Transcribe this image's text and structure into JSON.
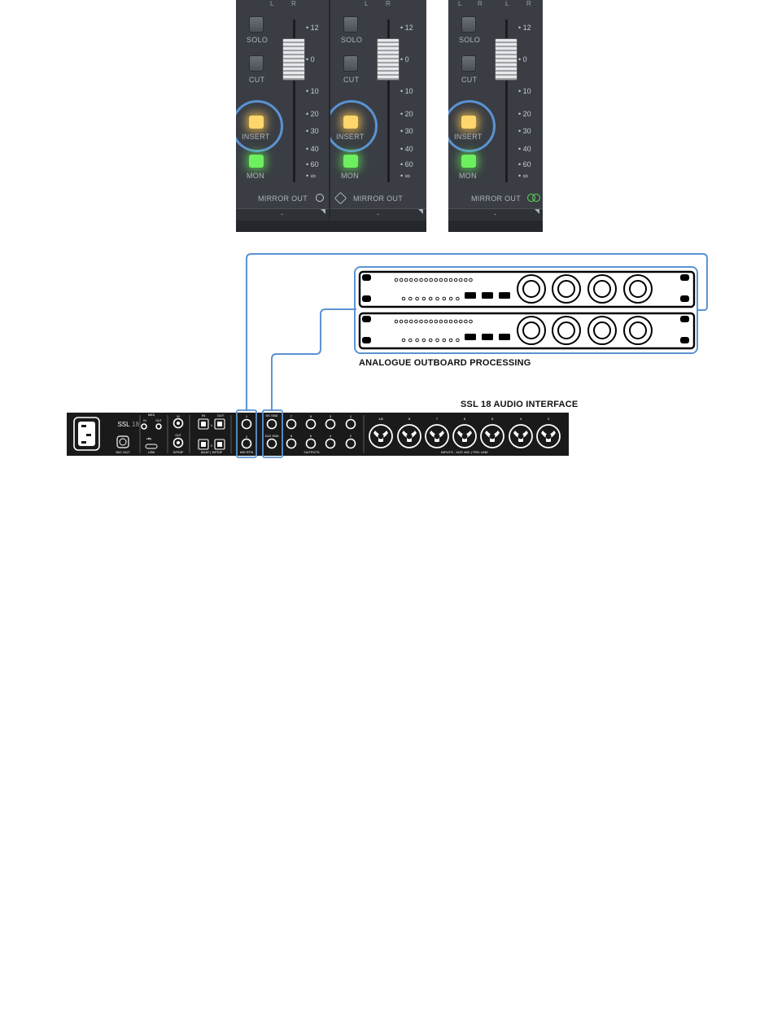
{
  "mixer": {
    "strips": [
      {
        "lr": [
          "L",
          "R"
        ],
        "solo_label": "SOLO",
        "cut_label": "CUT",
        "insert_label": "INSERT",
        "mon_label": "MON",
        "mirror_label": "MIRROR OUT",
        "footer": "-",
        "scale": [
          "• 12",
          "• 0",
          "• 10",
          "• 20",
          "• 30",
          "• 40",
          "• 60",
          "• ∞"
        ]
      },
      {
        "lr": [
          "L",
          "R"
        ],
        "solo_label": "SOLO",
        "cut_label": "CUT",
        "insert_label": "INSERT",
        "mon_label": "MON",
        "mirror_label": "MIRROR OUT",
        "footer": "-",
        "scale": [
          "• 12",
          "• 0",
          "• 10",
          "• 20",
          "• 30",
          "• 40",
          "• 60",
          "• ∞"
        ]
      },
      {
        "lr": [
          "L",
          "R",
          "L",
          "R"
        ],
        "solo_label": "SOLO",
        "cut_label": "CUT",
        "insert_label": "INSERT",
        "mon_label": "MON",
        "mirror_label": "MIRROR OUT",
        "footer": "-",
        "scale": [
          "• 12",
          "• 0",
          "• 10",
          "• 20",
          "• 30",
          "• 40",
          "• 60",
          "• ∞"
        ]
      }
    ],
    "colors": {
      "insert_led": "#ffd66b",
      "mon_led": "#6df05e",
      "highlight_ring": "#5b93d3",
      "link_icon": "#5fd85a"
    },
    "icons": [
      "mirror-out-indicator-icon",
      "stereo-link-icon"
    ]
  },
  "outboard": {
    "label": "ANALOGUE OUTBOARD PROCESSING"
  },
  "interface": {
    "label": "SSL 18 AUDIO INTERFACE",
    "brand": "SSL",
    "brand_num": "18",
    "wc_out": "W/C OUT",
    "midi": "MIDI",
    "midi_in": "IN",
    "midi_out": "OUT",
    "usb": "USB",
    "spdif": "S/PDIF",
    "spdif_in": "IN",
    "spdif_out": "OUT",
    "adat_in": "IN",
    "adat_out": "OUT",
    "adat_label": "ADAT | S/PDIF",
    "adat_1": "1",
    "adat_2": "2",
    "ins_top": "1",
    "ins_bottom": "2",
    "ins_rtn": "INS RTN",
    "snd_top": "9/1 SND",
    "snd_bottom": "10/2 SND",
    "outputs_label": "OUTPUTS",
    "outputs_top": [
      "7",
      "5",
      "3",
      "1"
    ],
    "outputs_bottom": [
      "8",
      "6",
      "4",
      "2"
    ],
    "inputs_label": "INPUTS - XLR: MIC | TRS: LINE",
    "inputs": [
      "1/8",
      "8",
      "7",
      "6",
      "5",
      "4",
      "3"
    ]
  }
}
